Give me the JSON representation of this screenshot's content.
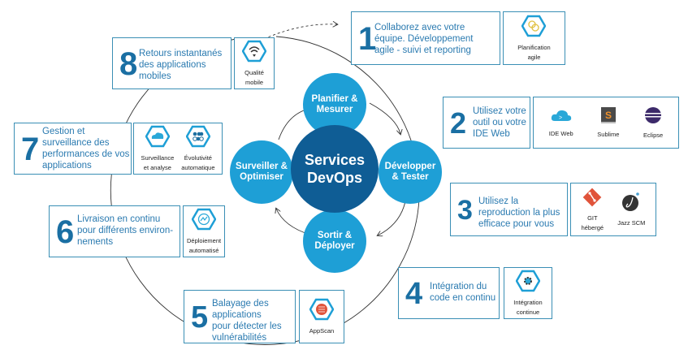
{
  "center": {
    "title_line1": "Services",
    "title_line2": "DevOps",
    "phases": [
      {
        "line1": "Planifier &",
        "line2": "Mesurer"
      },
      {
        "line1": "Développer",
        "line2": "& Tester"
      },
      {
        "line1": "Sortir &",
        "line2": "Déployer"
      },
      {
        "line1": "Surveiller &",
        "line2": "Optimiser"
      }
    ]
  },
  "steps": [
    {
      "number": "1",
      "lines": [
        "Collaborez avec votre",
        "équipe. Développement",
        "agile - suivi et reporting"
      ],
      "tools": [
        {
          "icon": "agile-planning-icon",
          "label_lines": [
            "Planification",
            "agile"
          ]
        }
      ]
    },
    {
      "number": "2",
      "lines": [
        "Utilisez votre",
        "outil ou votre",
        "IDE Web"
      ],
      "tools": [
        {
          "icon": "cloud-ide-icon",
          "label_lines": [
            "IDE Web"
          ]
        },
        {
          "icon": "sublime-icon",
          "label_lines": [
            "Sublime"
          ]
        },
        {
          "icon": "eclipse-icon",
          "label_lines": [
            "Eclipse"
          ]
        }
      ]
    },
    {
      "number": "3",
      "lines": [
        "Utilisez la",
        "reproduction la plus",
        "efficace pour vous"
      ],
      "tools": [
        {
          "icon": "git-icon",
          "label_lines": [
            "GIT",
            "hébergé"
          ]
        },
        {
          "icon": "jazz-scm-icon",
          "label_lines": [
            "Jazz SCM"
          ]
        }
      ]
    },
    {
      "number": "4",
      "lines": [
        "Intégration du",
        "code en continu"
      ],
      "tools": [
        {
          "icon": "gear-icon",
          "label_lines": [
            "Intégration",
            "continue"
          ]
        }
      ]
    },
    {
      "number": "5",
      "lines": [
        "Balayage des",
        "applications",
        "pour détecter les",
        "vulnérabilités"
      ],
      "tools": [
        {
          "icon": "appscan-icon",
          "label_lines": [
            "AppScan"
          ]
        }
      ]
    },
    {
      "number": "6",
      "lines": [
        "Livraison en continu",
        "pour différents environ-",
        "nements"
      ],
      "tools": [
        {
          "icon": "deploy-icon",
          "label_lines": [
            "Déploiement",
            "automatisé"
          ]
        }
      ]
    },
    {
      "number": "7",
      "lines": [
        "Gestion et",
        "surveillance des",
        "performances de vos",
        "applications"
      ],
      "tools": [
        {
          "icon": "monitoring-cloud-icon",
          "label_lines": [
            "Surveillance",
            "et analyse"
          ]
        },
        {
          "icon": "autoscale-icon",
          "label_lines": [
            "Évolutivité",
            "automatique"
          ]
        }
      ]
    },
    {
      "number": "8",
      "lines": [
        "Retours instantanés",
        "des applications",
        "mobiles"
      ],
      "tools": [
        {
          "icon": "wifi-icon",
          "label_lines": [
            "Qualité mobile"
          ]
        }
      ]
    }
  ],
  "colors": {
    "accent": "#1a6fa3",
    "circle_light": "#1e9fd6",
    "circle_dark": "#0f5d95",
    "border": "#3a8fb5"
  }
}
